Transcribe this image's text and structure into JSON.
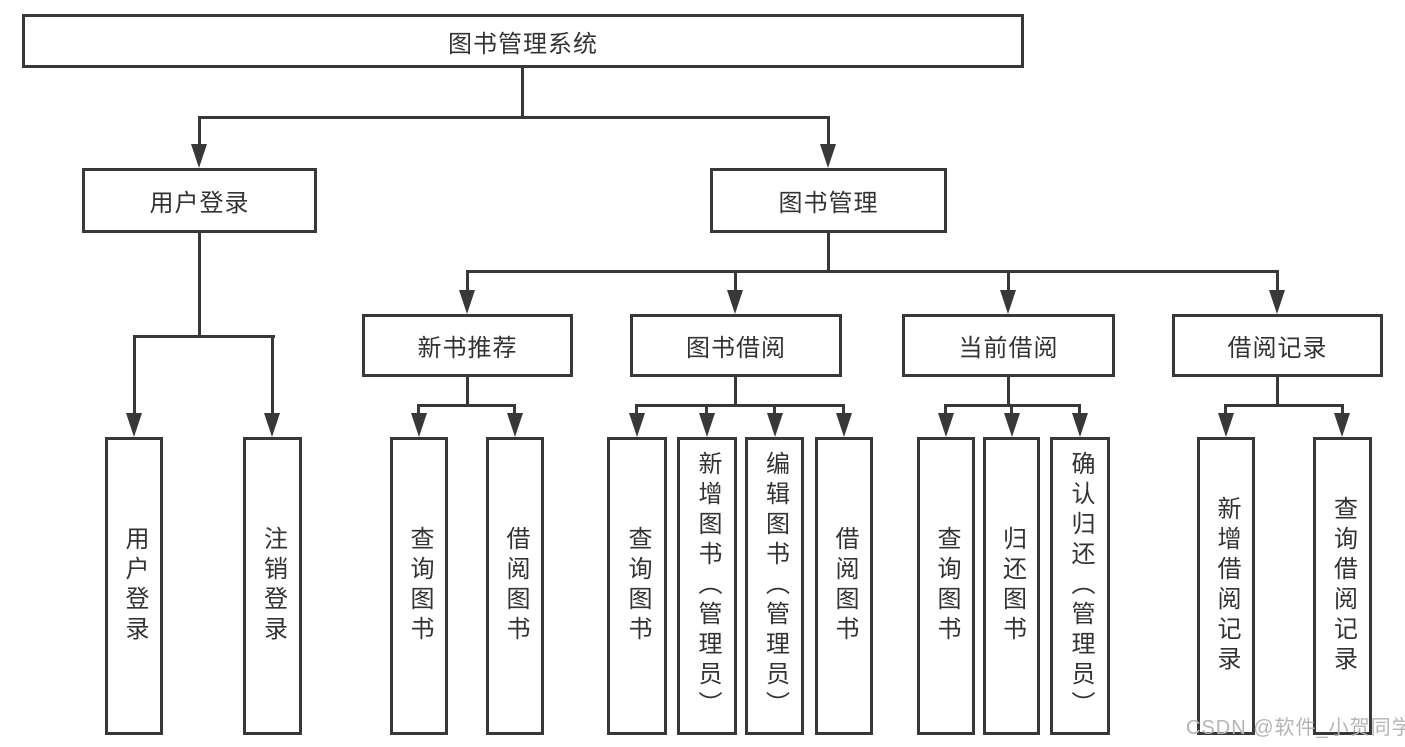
{
  "root": {
    "label": "图书管理系统"
  },
  "user_branch": {
    "label": "用户登录",
    "children": [
      {
        "label": "用户登录"
      },
      {
        "label": "注销登录"
      }
    ]
  },
  "book_branch": {
    "label": "图书管理",
    "groups": [
      {
        "label": "新书推荐",
        "children": [
          {
            "label": "查询图书"
          },
          {
            "label": "借阅图书"
          }
        ]
      },
      {
        "label": "图书借阅",
        "children": [
          {
            "label": "查询图书"
          },
          {
            "label": "新增图书（管理员）"
          },
          {
            "label": "编辑图书（管理员）"
          },
          {
            "label": "借阅图书"
          }
        ]
      },
      {
        "label": "当前借阅",
        "children": [
          {
            "label": "查询图书"
          },
          {
            "label": "归还图书"
          },
          {
            "label": "确认归还（管理员）"
          }
        ]
      },
      {
        "label": "借阅记录",
        "children": [
          {
            "label": "新增借阅记录"
          },
          {
            "label": "查询借阅记录"
          }
        ]
      }
    ]
  },
  "watermark": {
    "text": "CSDN @软件_小贺同学"
  },
  "colors": {
    "line": "#383838",
    "box_border": "#383838",
    "text": "#333333",
    "watermark": "#b5b5b5",
    "background": "#ffffff"
  }
}
